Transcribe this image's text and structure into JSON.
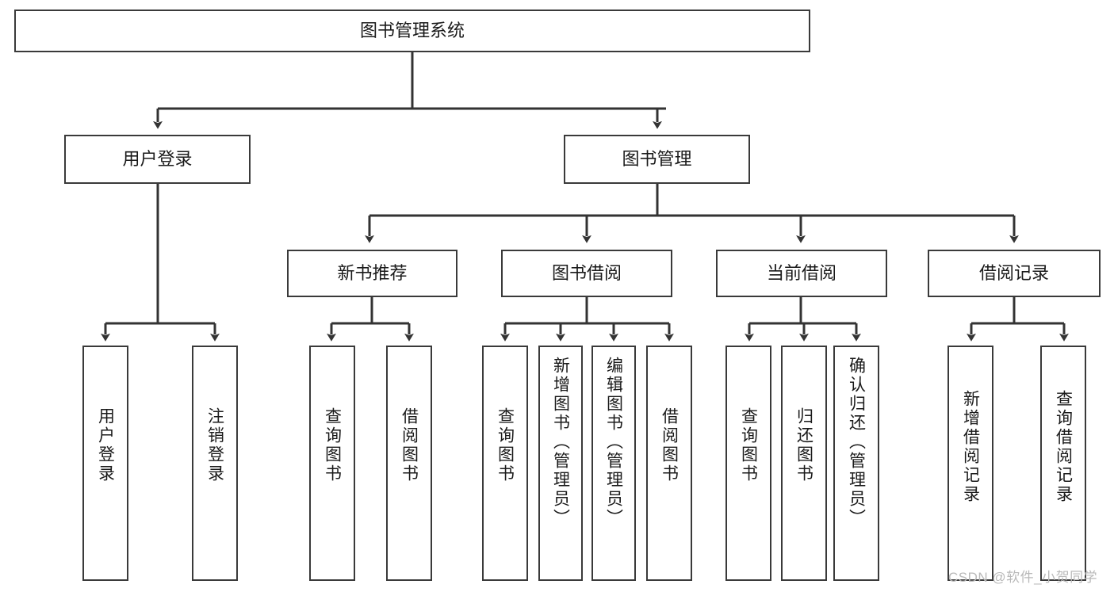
{
  "diagram": {
    "type": "tree",
    "title": "图书管理系统",
    "levels": 4,
    "root": {
      "label": "图书管理系统"
    },
    "level2": [
      {
        "label": "用户登录"
      },
      {
        "label": "图书管理"
      }
    ],
    "level3": [
      {
        "label": "新书推荐",
        "parent": "图书管理"
      },
      {
        "label": "图书借阅",
        "parent": "图书管理"
      },
      {
        "label": "当前借阅",
        "parent": "图书管理"
      },
      {
        "label": "借阅记录",
        "parent": "图书管理"
      }
    ],
    "leaves": [
      {
        "label": "用户登录",
        "parent": "用户登录"
      },
      {
        "label": "注销登录",
        "parent": "用户登录"
      },
      {
        "label": "查询图书",
        "parent": "新书推荐"
      },
      {
        "label": "借阅图书",
        "parent": "新书推荐"
      },
      {
        "label": "查询图书",
        "parent": "图书借阅"
      },
      {
        "label": "新增图书（管理员）",
        "parent": "图书借阅"
      },
      {
        "label": "编辑图书（管理员）",
        "parent": "图书借阅"
      },
      {
        "label": "借阅图书",
        "parent": "图书借阅"
      },
      {
        "label": "查询图书",
        "parent": "当前借阅"
      },
      {
        "label": "归还图书",
        "parent": "当前借阅"
      },
      {
        "label": "确认归还（管理员）",
        "parent": "当前借阅"
      },
      {
        "label": "新增借阅记录",
        "parent": "借阅记录"
      },
      {
        "label": "查询借阅记录",
        "parent": "借阅记录"
      }
    ]
  },
  "watermark": {
    "text": "CSDN @软件_小贺同学"
  },
  "colors": {
    "background": "#ffffff",
    "node_fill": "#ffffff",
    "node_border": "#3a3a3a",
    "edge": "#333333",
    "text": "#1a1a1a",
    "watermark": "#b9b9b9"
  }
}
